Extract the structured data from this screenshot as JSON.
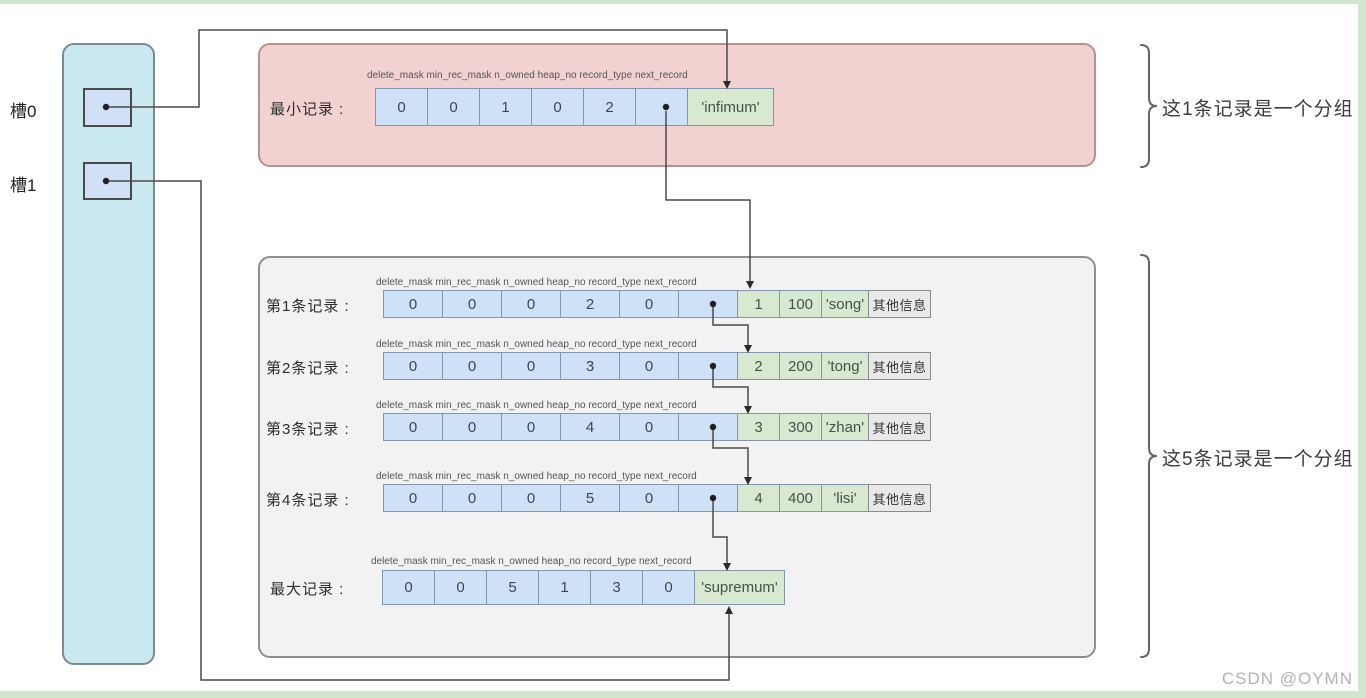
{
  "watermark": "CSDN @OYMN",
  "slots": {
    "slot0_label": "槽0",
    "slot1_label": "槽1"
  },
  "field_headers": "delete_mask min_rec_mask n_owned heap_no record_type next_record",
  "min_record": {
    "label": "最小记录 :",
    "values": [
      "0",
      "0",
      "1",
      "0",
      "2"
    ],
    "name_cell": "'infimum'"
  },
  "records": [
    {
      "label": "第1条记录 :",
      "values": [
        "0",
        "0",
        "0",
        "2",
        "0"
      ],
      "key": "1",
      "col2": "100",
      "name_cell": "'song'",
      "other": "其他信息"
    },
    {
      "label": "第2条记录 :",
      "values": [
        "0",
        "0",
        "0",
        "3",
        "0"
      ],
      "key": "2",
      "col2": "200",
      "name_cell": "'tong'",
      "other": "其他信息"
    },
    {
      "label": "第3条记录 :",
      "values": [
        "0",
        "0",
        "0",
        "4",
        "0"
      ],
      "key": "3",
      "col2": "300",
      "name_cell": "'zhan'",
      "other": "其他信息"
    },
    {
      "label": "第4条记录 :",
      "values": [
        "0",
        "0",
        "0",
        "5",
        "0"
      ],
      "key": "4",
      "col2": "400",
      "name_cell": "'lisi'",
      "other": "其他信息"
    }
  ],
  "max_record": {
    "label": "最大记录 :",
    "values": [
      "0",
      "0",
      "5",
      "1",
      "3",
      "0"
    ],
    "name_cell": "'supremum'"
  },
  "groups": [
    {
      "label": "这1条记录是一个分组"
    },
    {
      "label": "这5条记录是一个分组"
    }
  ],
  "colors": {
    "frame_green": "#cfe8cd",
    "slot_container_fill": "#c9e8f0",
    "slot_box_fill": "#cfe0f7",
    "pink_box_fill": "#f2d1d1",
    "gray_box_fill": "#f2f2f2",
    "blue_cell_fill": "#cfe1f7",
    "green_cell_fill": "#d9e8d0",
    "other_cell_fill": "#e9e9e9",
    "connector": "#4a4a4a"
  }
}
